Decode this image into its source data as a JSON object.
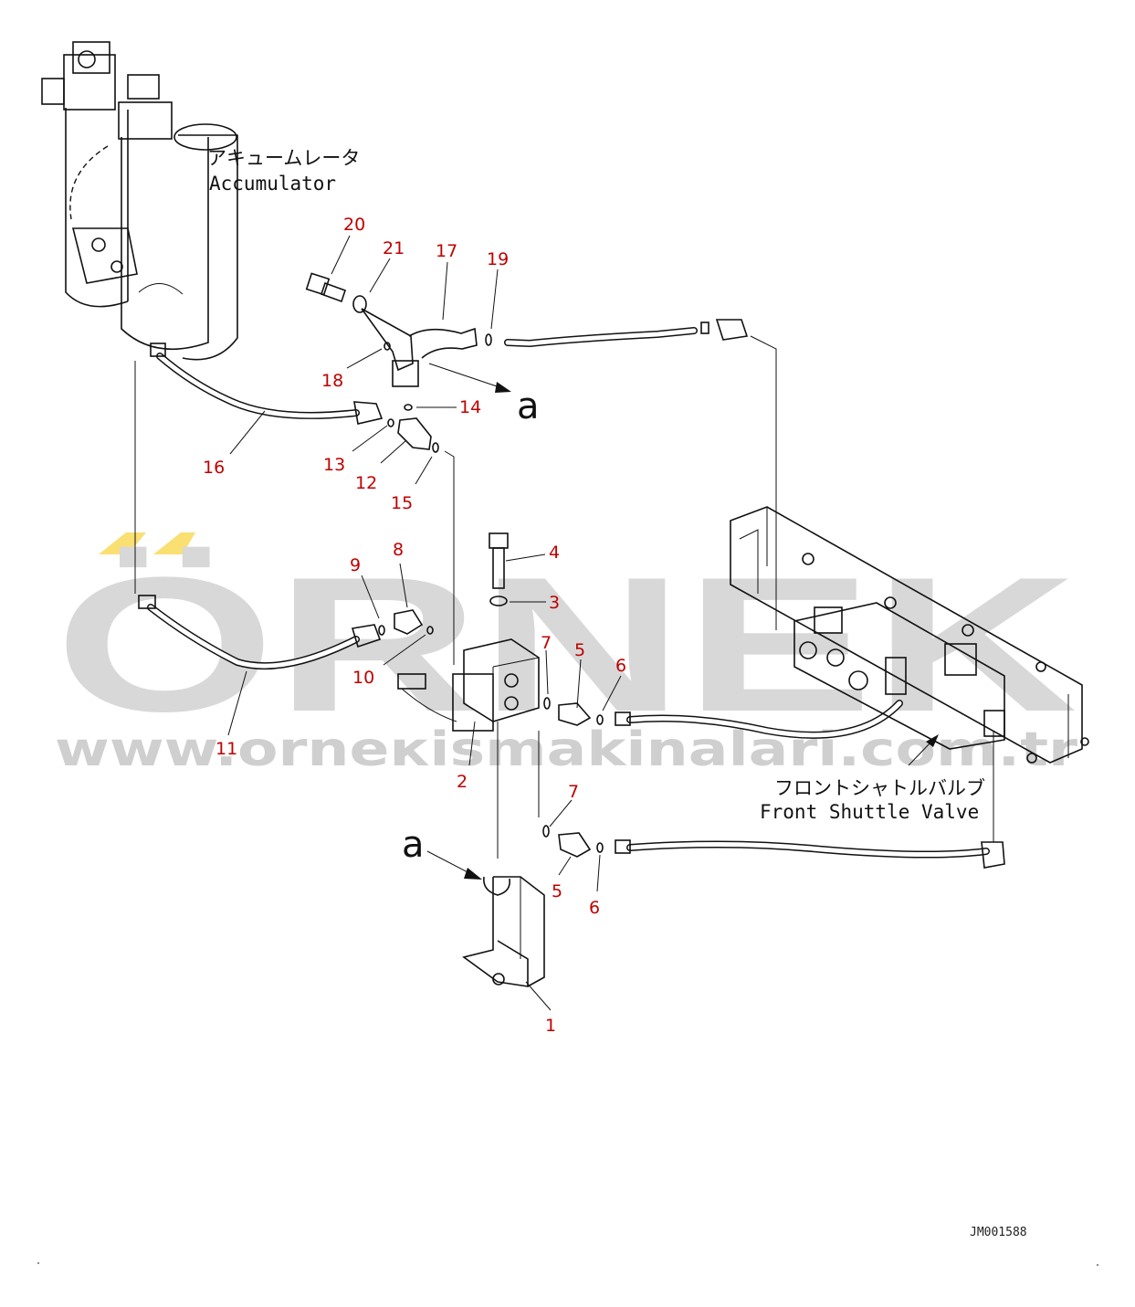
{
  "watermark": {
    "brand": "ÖRNEK",
    "url": "www.orneкismakinalari.com.tr",
    "accent_color": "#f5c400"
  },
  "captions": {
    "accumulator_jp": "アキュームレータ",
    "accumulator_en": "Accumulator",
    "shuttle_jp": "フロントシャトルバルブ",
    "shuttle_en": "Front Shuttle Valve",
    "ref_a_top": "a",
    "ref_a_bottom": "a",
    "drawing_code": "JM001588"
  },
  "part_labels": [
    {
      "id": "p20",
      "text": "20"
    },
    {
      "id": "p21",
      "text": "21"
    },
    {
      "id": "p17",
      "text": "17"
    },
    {
      "id": "p19",
      "text": "19"
    },
    {
      "id": "p18",
      "text": "18"
    },
    {
      "id": "p14",
      "text": "14"
    },
    {
      "id": "p16",
      "text": "16"
    },
    {
      "id": "p13",
      "text": "13"
    },
    {
      "id": "p12",
      "text": "12"
    },
    {
      "id": "p15",
      "text": "15"
    },
    {
      "id": "p4",
      "text": "4"
    },
    {
      "id": "p3",
      "text": "3"
    },
    {
      "id": "p9",
      "text": "9"
    },
    {
      "id": "p8",
      "text": "8"
    },
    {
      "id": "p10",
      "text": "10"
    },
    {
      "id": "p7a",
      "text": "7"
    },
    {
      "id": "p5a",
      "text": "5"
    },
    {
      "id": "p6a",
      "text": "6"
    },
    {
      "id": "p11",
      "text": "11"
    },
    {
      "id": "p2",
      "text": "2"
    },
    {
      "id": "p7b",
      "text": "7"
    },
    {
      "id": "p5b",
      "text": "5"
    },
    {
      "id": "p6b",
      "text": "6"
    },
    {
      "id": "p1",
      "text": "1"
    }
  ]
}
